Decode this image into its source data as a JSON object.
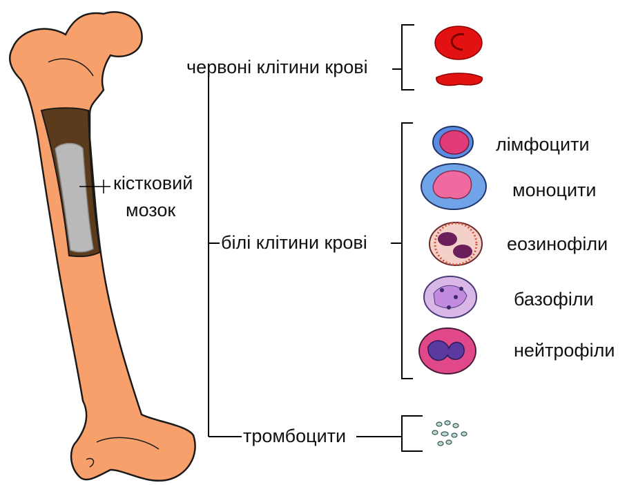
{
  "bone_marrow_label": [
    "кістковий",
    "мозок"
  ],
  "groups": {
    "red": {
      "label": "червоні клітини крові"
    },
    "white": {
      "label": "білі клітини крові"
    },
    "platelets": {
      "label": "тромбоцити"
    }
  },
  "white_cells": [
    {
      "label": "лімфоцити",
      "icon": "lymphocyte-icon"
    },
    {
      "label": "моноцити",
      "icon": "monocyte-icon"
    },
    {
      "label": "еозинофіли",
      "icon": "eosinophil-icon"
    },
    {
      "label": "базофіли",
      "icon": "basophil-icon"
    },
    {
      "label": "нейтрофіли",
      "icon": "neutrophil-icon"
    }
  ],
  "colors": {
    "bone": "#f7a06b",
    "bone_outline": "#1a1a1a",
    "marrow": "#b9b9b9",
    "red_cell": "#e31212",
    "line": "#000000"
  }
}
